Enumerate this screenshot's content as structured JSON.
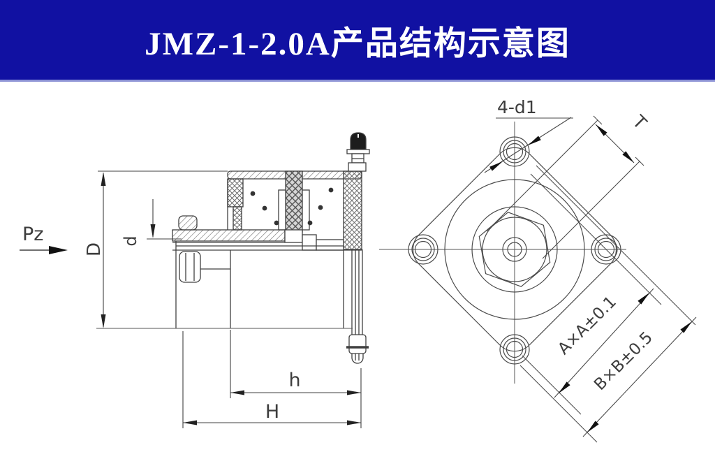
{
  "header": {
    "title": "JMZ-1-2.0A产品结构示意图",
    "bg_color": "#1111A2",
    "text_color": "#FFFFFF"
  },
  "drawing": {
    "line_color": "#404040",
    "left_view": {
      "description": "sectional side view of damper",
      "labels": {
        "pz": "Pz",
        "D": "D",
        "d": "d",
        "h": "h",
        "H": "H"
      }
    },
    "right_view": {
      "description": "front view of square mounting flange",
      "labels": {
        "holes": "4-d1",
        "t": "T",
        "hole_spacing": "A×A±0.1",
        "flange_size": "B×B±0.5"
      }
    }
  }
}
